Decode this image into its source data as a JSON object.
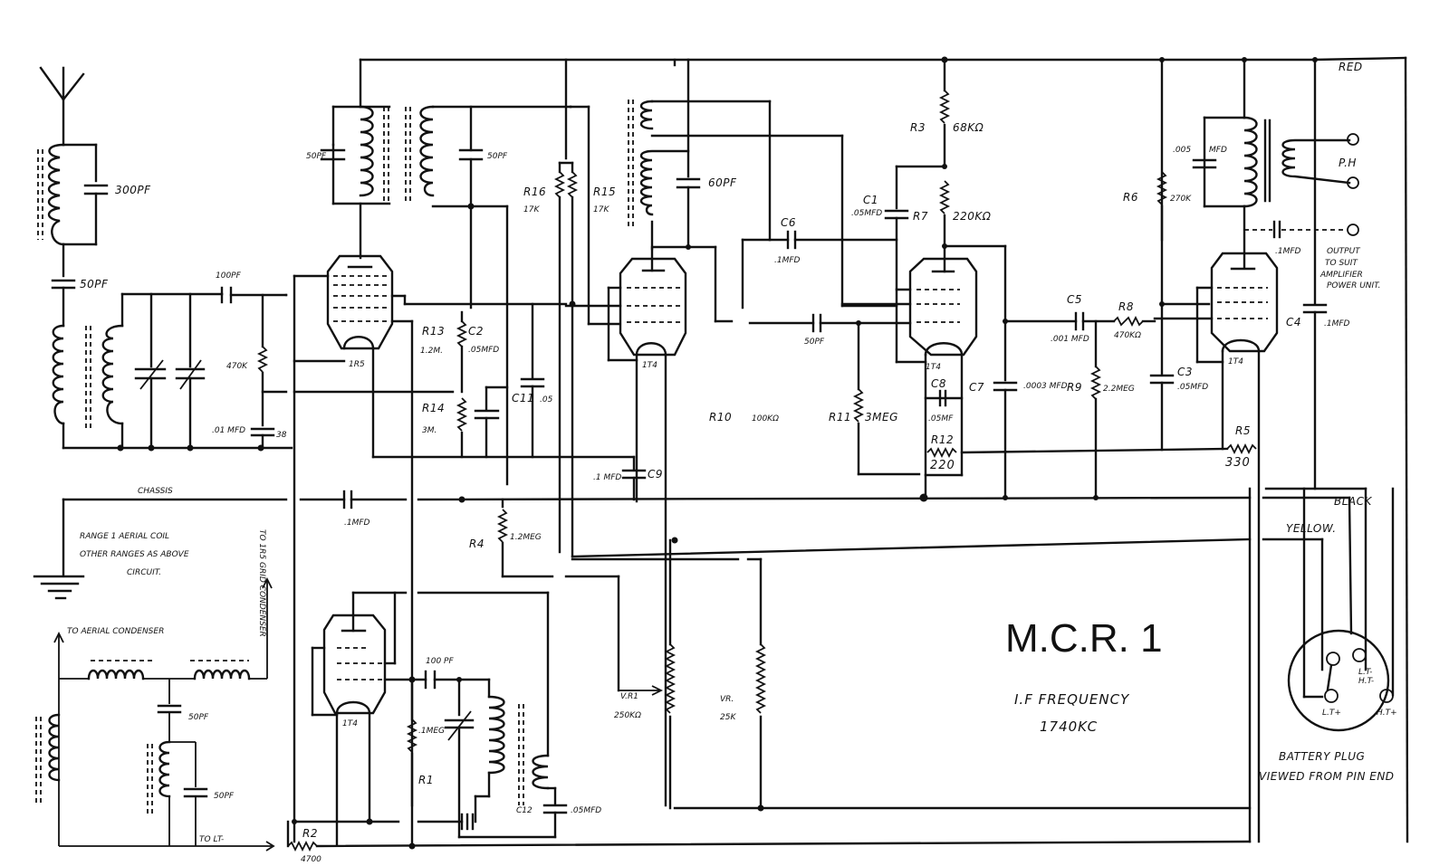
{
  "title": "M.C.R. 1",
  "if_frequency_label": "I.F FREQUENCY",
  "if_frequency_value": "1740KC",
  "battery_plug": {
    "caption_line1": "BATTERY PLUG",
    "caption_line2": "VIEWED FROM PIN END",
    "pins": {
      "lt_plus": "L.T+",
      "ht_plus": "H.T+",
      "lt_minus": "L.T-",
      "ht_minus": "H.T-"
    }
  },
  "wire_colors": {
    "red": "RED",
    "black": "BLACK",
    "yellow": "YELLOW."
  },
  "labels": {
    "chassis": "CHASSIS",
    "output_note": [
      "OUTPUT",
      "TO SUIT",
      "AMPLIFIER",
      "POWER UNIT."
    ],
    "phones": "P.H",
    "range_note": [
      "RANGE 1   AERIAL COIL",
      "OTHER RANGES  AS ABOVE",
      "CIRCUIT."
    ],
    "to_aerial_condenser": "TO AERIAL CONDENSER",
    "to_grid_condenser": "TO 1R5 GRID CONDENSER",
    "to_lt_minus": "TO LT-"
  },
  "tubes": [
    "1R5",
    "1T4",
    "1T4",
    "1T4",
    "1T4"
  ],
  "components": {
    "c_300pf": "300PF",
    "c_50pf_aerial": "50PF",
    "c_100pf": "100PF",
    "r_470k": "470K",
    "c_01mfd": ".01 MFD",
    "c_38": "38",
    "c_50pf_if1a": "50PF",
    "c_50pf_if1b": "50PF",
    "r16": "R16",
    "r16_val": "17K",
    "r15": "R15",
    "r15_val": "17K",
    "c_60pf": "60PF",
    "r13": "R13",
    "r13_val": "1.2M.",
    "c2": "C2",
    "c2_val": ".05MFD",
    "r14": "R14",
    "r14_val": "3M.",
    "c11": "C11",
    "c11_val": ".05",
    "c_1mfd_chassis": ".1MFD",
    "c9": "C9",
    "c9_val": ".1 MFD",
    "c6": "C6",
    "c6_val": ".1MFD",
    "c_50pf_det": "50PF",
    "r10": "R10",
    "r10_val": "100KΩ",
    "r11": "R11",
    "r11_val": "3MEG",
    "r3": "R3",
    "r3_val": "68KΩ",
    "c1": "C1",
    "c1_val": ".05MFD",
    "r7": "R7",
    "r7_val": "220KΩ",
    "c8": "C8",
    "c8_val": ".05MF",
    "r12": "R12",
    "r12_val": "220",
    "c7": "C7",
    "c7_val": ".0003 MFD",
    "c5": "C5",
    "c5_val": ".001 MFD",
    "r8": "R8",
    "r8_val": "470KΩ",
    "r9": "R9",
    "r9_val": "2.2MEG",
    "c3": "C3",
    "c3_val": ".05MFD",
    "r6": "R6",
    "r6_val": "270K",
    "c_005": ".005",
    "c_005_unit": "MFD",
    "c_out": ".1MFD",
    "c4": "C4",
    "c4_val": ".1MFD",
    "r5": "R5",
    "r5_val": "330",
    "r4": "R4",
    "r4_val": "1.2MEG",
    "vr1": "V.R1",
    "vr1_val": "250KΩ",
    "vr2": "VR.",
    "vr2_val": "25K",
    "c_100pf_osc": "100 PF",
    "r1": "R1",
    "r1_val": ".1MEG",
    "c12": "C12",
    "c12_val": ".05MFD",
    "r2": "R2",
    "r2_val": "4700",
    "c_50pf_alt1": "50PF",
    "c_50pf_alt2": "50PF"
  }
}
